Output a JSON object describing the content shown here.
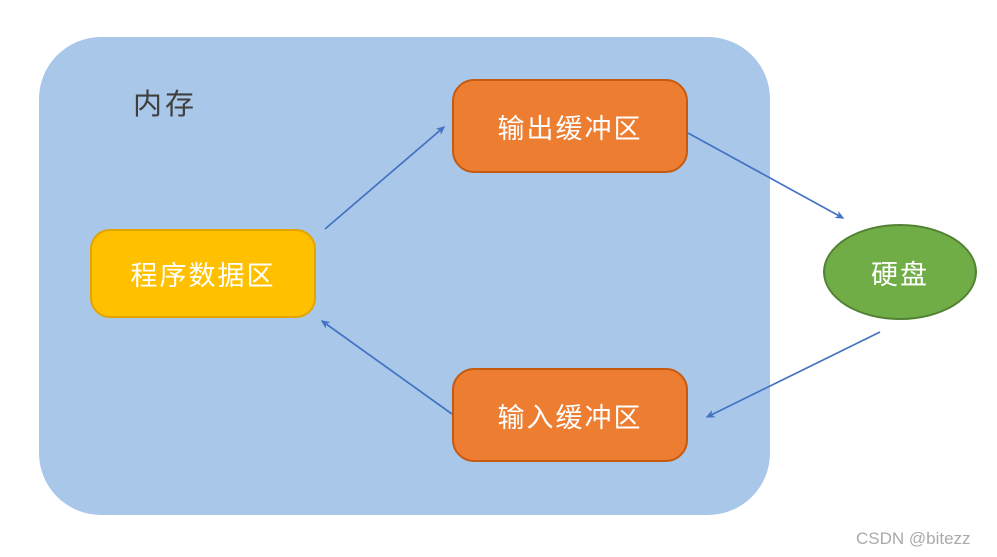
{
  "diagram": {
    "container": {
      "label": "内存"
    },
    "nodes": {
      "program_data": {
        "label": "程序数据区",
        "fill": "#ffc000",
        "shape": "rounded-rect"
      },
      "output_buffer": {
        "label": "输出缓冲区",
        "fill": "#ed7d31",
        "shape": "rounded-rect"
      },
      "input_buffer": {
        "label": "输入缓冲区",
        "fill": "#ed7d31",
        "shape": "rounded-rect"
      },
      "hard_disk": {
        "label": "硬盘",
        "fill": "#70ad47",
        "shape": "ellipse"
      }
    },
    "edges": [
      {
        "from": "program_data",
        "to": "output_buffer"
      },
      {
        "from": "output_buffer",
        "to": "hard_disk"
      },
      {
        "from": "hard_disk",
        "to": "input_buffer"
      },
      {
        "from": "input_buffer",
        "to": "program_data"
      }
    ],
    "colors": {
      "memory_fill": "#a9c7e8",
      "program_data_fill": "#ffc000",
      "buffer_fill": "#ed7d31",
      "buffer_border": "#c55a11",
      "disk_fill": "#70ad47",
      "disk_border": "#548235",
      "arrow": "#4472c4",
      "container_label_text": "#3f3f3f",
      "node_text": "#ffffff"
    }
  },
  "watermark": "CSDN @bitezz"
}
